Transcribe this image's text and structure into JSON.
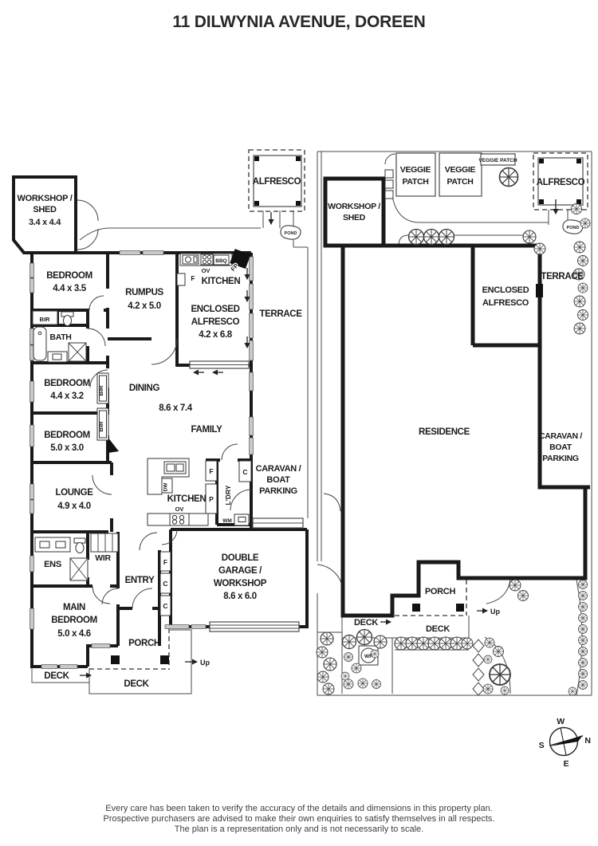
{
  "title": "11 DILWYNIA AVENUE, DOREEN",
  "floor_plan": {
    "workshop": {
      "name1": "WORKSHOP /",
      "name2": "SHED",
      "dims": "3.4 x 4.4"
    },
    "alfresco": {
      "name": "ALFRESCO"
    },
    "pond": {
      "name": "POND"
    },
    "bedroom1": {
      "name": "BEDROOM",
      "dims": "4.4 x 3.5"
    },
    "rumpus": {
      "name": "RUMPUS",
      "dims": "4.2 x 5.0"
    },
    "outdoor_kitchen": {
      "name": "KITCHEN",
      "ov": "OV",
      "bbq": "BBQ",
      "fp": "FP",
      "fridge": "F"
    },
    "enclosed_alfresco": {
      "name1": "ENCLOSED",
      "name2": "ALFRESCO",
      "dims": "4.2 x 6.8"
    },
    "terrace": {
      "name": "TERRACE"
    },
    "bir1": "BIR",
    "bath": {
      "name": "BATH"
    },
    "bedroom2": {
      "name": "BEDROOM",
      "dims": "4.4 x 3.2",
      "bir": "BIR"
    },
    "bedroom3": {
      "name": "BEDROOM",
      "dims": "5.0 x 3.0",
      "bir": "BIR"
    },
    "dining": {
      "name": "DINING",
      "dims": "8.6 x 7.4"
    },
    "family": {
      "name": "FAMILY"
    },
    "lounge": {
      "name": "LOUNGE",
      "dims": "4.9 x 4.0"
    },
    "kitchen": {
      "name": "KITCHEN",
      "ov": "OV",
      "dw": "DW",
      "fridge": "F",
      "pantry": "P",
      "cupboard": "C",
      "wm": "WM",
      "laundry": "L'DRY"
    },
    "caravan": {
      "name1": "CARAVAN /",
      "name2": "BOAT",
      "name3": "PARKING"
    },
    "ens": {
      "name": "ENS"
    },
    "wir": {
      "name": "WIR"
    },
    "entry": {
      "name": "ENTRY",
      "f": "F",
      "c1": "C",
      "c2": "C"
    },
    "garage": {
      "name1": "DOUBLE",
      "name2": "GARAGE /",
      "name3": "WORKSHOP",
      "dims": "8.6 x 6.0"
    },
    "main_bedroom": {
      "name1": "MAIN",
      "name2": "BEDROOM",
      "dims": "5.0 x 4.6"
    },
    "porch": {
      "name": "PORCH"
    },
    "deck_left": "DECK",
    "deck_bottom": "DECK",
    "up": "Up"
  },
  "site_plan": {
    "workshop": {
      "name1": "WORKSHOP /",
      "name2": "SHED"
    },
    "veggie1": {
      "name1": "VEGGIE",
      "name2": "PATCH"
    },
    "veggie2": {
      "name1": "VEGGIE",
      "name2": "PATCH"
    },
    "veggie_label": "VEGGIE PATCH",
    "alfresco": {
      "name": "ALFRESCO"
    },
    "pond": "POND",
    "terrace": "TERRACE",
    "enclosed_alfresco": {
      "name1": "ENCLOSED",
      "name2": "ALFRESCO"
    },
    "residence": "RESIDENCE",
    "caravan": {
      "name1": "CARAVAN /",
      "name2": "BOAT",
      "name3": "PARKING"
    },
    "porch": "PORCH",
    "deck1": "DECK",
    "deck2": "DECK",
    "up": "Up",
    "wf": "WF"
  },
  "compass": {
    "w": "W",
    "n": "N",
    "e": "E",
    "s": "S"
  },
  "disclaimer": {
    "line1": "Every care has been taken to verify the accuracy of the details and dimensions in this property plan.",
    "line2": "Prospective purchasers are advised to make their own enquiries to satisfy themselves in all respects.",
    "line3": "The plan is a representation only and is not necessarily to scale."
  },
  "colors": {
    "wall": "#1a1a1a",
    "window": "#c9c9c9",
    "background": "#ffffff"
  }
}
